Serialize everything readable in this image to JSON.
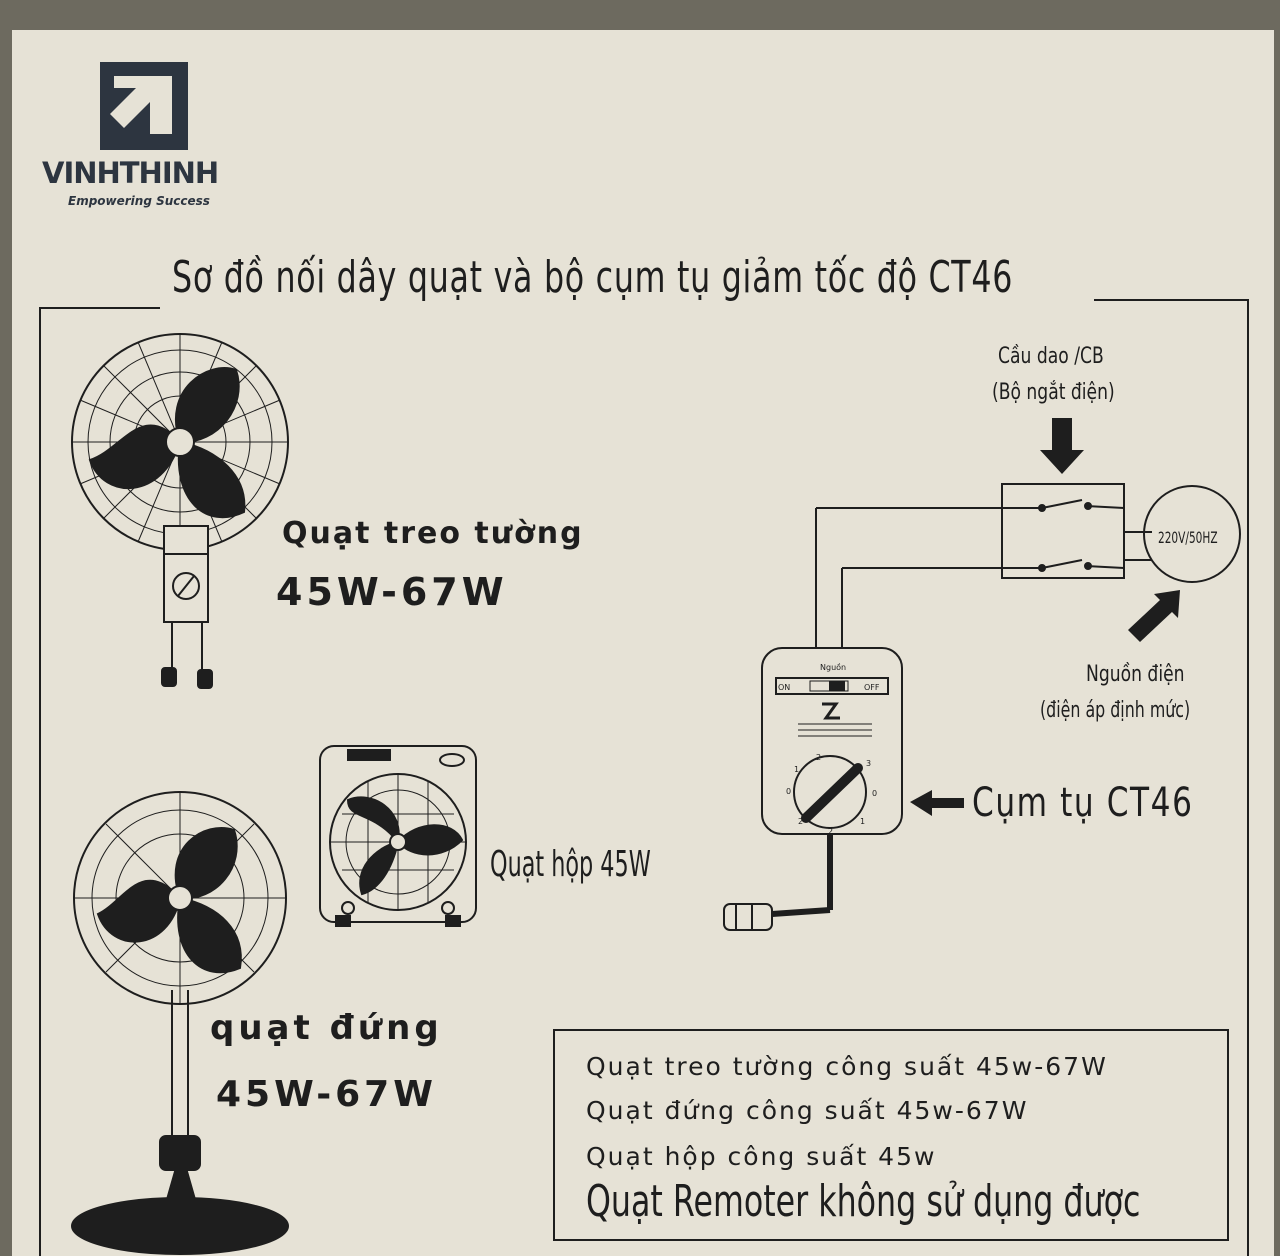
{
  "brand": {
    "name": "VINHTHINH",
    "slogan": "Empowering Success"
  },
  "title": "Sơ đồ nối dây quạt và bộ cụm tụ giảm tốc độ CT46",
  "fans": {
    "wall": {
      "name": "Quạt treo tường",
      "power": "45W-67W"
    },
    "box": {
      "name": "Quạt hộp 45W"
    },
    "stand": {
      "name": "quạt đứng",
      "power": "45W-67W"
    }
  },
  "wiring": {
    "breaker_label": "Cầu dao /CB",
    "breaker_sub": "(Bộ ngắt điện)",
    "voltage": "220V/50HZ",
    "source_label": "Nguồn điện",
    "source_sub": "(điện áp định mức)",
    "ct46_label": "Cụm tụ CT46"
  },
  "device": {
    "top_label": "Nguồn",
    "on": "ON",
    "off": "OFF",
    "dial_marks": [
      "1",
      "2",
      "3",
      "0",
      "0",
      "2",
      "2",
      "1"
    ]
  },
  "notes": [
    "Quạt treo tường công suất 45w-67W",
    "Quạt đứng  công suất 45w-67W",
    "Quạt hộp công suất 45w",
    "Quạt Remoter không sử dụng được"
  ],
  "colors": {
    "paper": "#e6e2d6",
    "ink": "#1e1e1e",
    "logo": "#2d3540"
  }
}
